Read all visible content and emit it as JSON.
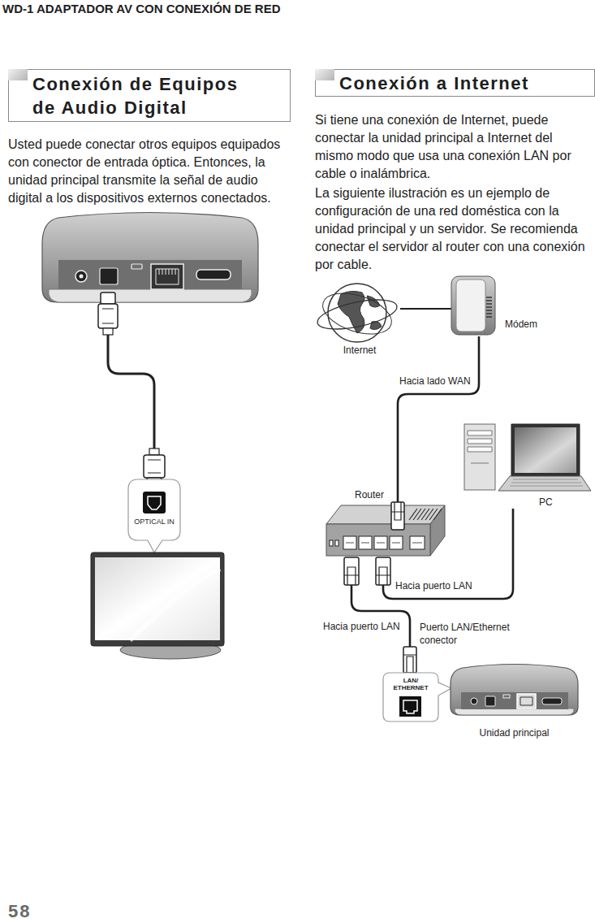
{
  "diagram": {
    "title": "WD-1 ADAPTADOR AV CON CONEXIÓN DE RED",
    "nodes": [
      {
        "text": [
          "Conexión de Equipos de Audio Digital"
        ]
      },
      {
        "text": [
          "Conexión a Internet"
        ]
      },
      {
        "text": [
          "OPTICAL IN"
        ]
      },
      {
        "text": [
          "Internet"
        ]
      },
      {
        "text": [
          "Módem"
        ]
      },
      {
        "text": [
          "Router"
        ]
      },
      {
        "text": [
          "PC"
        ]
      },
      {
        "text": [
          "LAN/ ETHERNET"
        ]
      },
      {
        "text": [
          "Unidad principal"
        ]
      }
    ],
    "edges": [
      {
        "from": 3,
        "to": 4,
        "arrow": "none"
      },
      {
        "from": 4,
        "to": 5,
        "label": "Hacia lado WAN",
        "arrow": "none"
      },
      {
        "from": 5,
        "to": 6,
        "label": "Hacia puerto LAN",
        "arrow": "none"
      },
      {
        "from": 5,
        "to": 7,
        "label": "Hacia puerto LAN",
        "arrow": "none"
      }
    ],
    "labels": [
      "Usted puede conectar otros equipos equipados con conector de entrada óptica. Entonces, la unidad principal transmite la señal de audio digital a los dispositivos externos conectados.",
      "Si tiene una conexión de Internet, puede conectar la unidad principal a Internet del mismo modo que usa una conexión LAN por cable o inalámbrica.",
      "La siguiente ilustración es un ejemplo de configuración de una red doméstica con la unidad principal y un servidor. Se recomienda conectar el servidor al router con una conexión por cable.",
      "Puerto LAN/Ethernet conector",
      "58"
    ]
  }
}
